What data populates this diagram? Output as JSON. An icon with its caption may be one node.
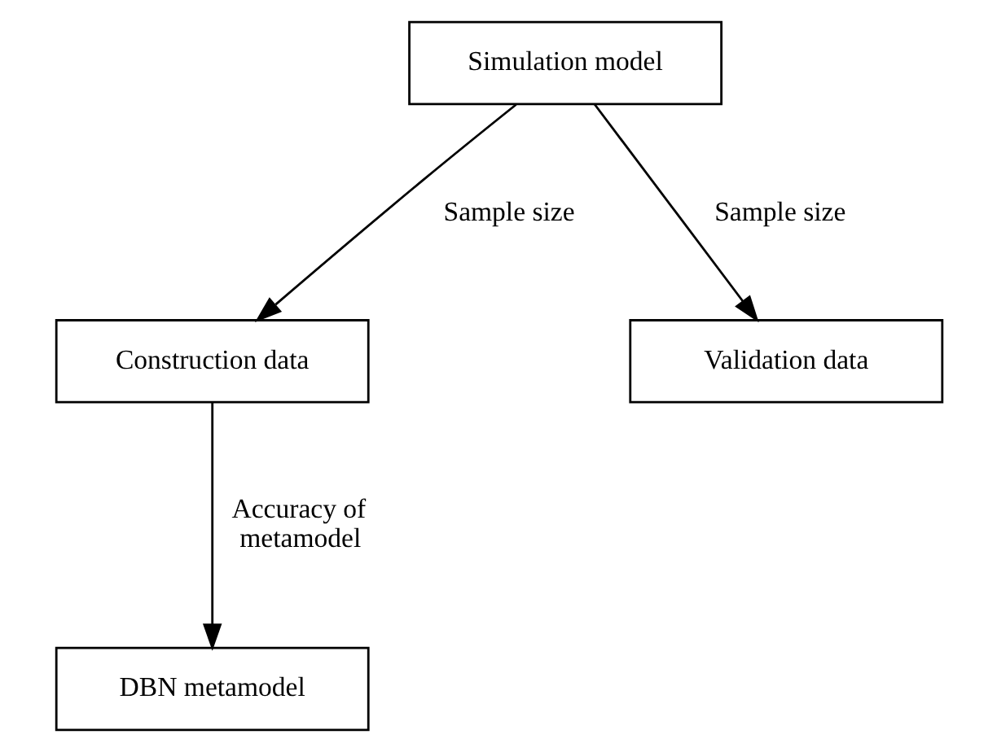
{
  "diagram": {
    "nodes": [
      {
        "text": [
          "Simulation model"
        ]
      },
      {
        "text": [
          "Construction data"
        ]
      },
      {
        "text": [
          "Validation data"
        ]
      },
      {
        "text": [
          "DBN metamodel"
        ]
      }
    ],
    "edges": [
      {
        "from": 0,
        "to": 1,
        "arrow": "to",
        "label": "Sample size"
      },
      {
        "from": 0,
        "to": 2,
        "arrow": "to",
        "label": "Sample size"
      },
      {
        "from": 1,
        "to": 3,
        "arrow": "to",
        "label": "Accuracy of metamodel"
      }
    ]
  }
}
